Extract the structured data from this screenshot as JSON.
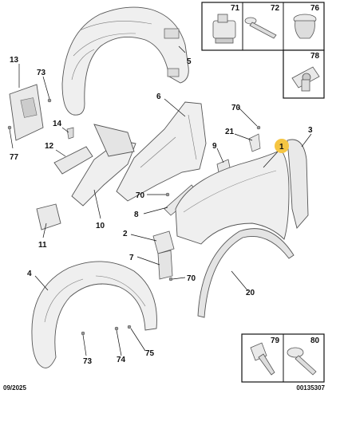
{
  "parts": [
    "1",
    "2",
    "3",
    "4",
    "5",
    "6",
    "7",
    "8",
    "9",
    "10",
    "11",
    "12",
    "13",
    "14",
    "20",
    "21",
    "70",
    "71",
    "72",
    "73",
    "74",
    "75",
    "76",
    "77",
    "78",
    "79",
    "80"
  ],
  "labels": {
    "p1": "1",
    "p2": "2",
    "p3": "3",
    "p4": "4",
    "p5": "5",
    "p6": "6",
    "p7": "7",
    "p8": "8",
    "p9": "9",
    "p10": "10",
    "p11": "11",
    "p12": "12",
    "p13": "13",
    "p14": "14",
    "p20": "20",
    "p21": "21",
    "p70": "70",
    "p71": "71",
    "p72": "72",
    "p73": "73",
    "p74": "74",
    "p75": "75",
    "p76": "76",
    "p77": "77",
    "p78": "78",
    "p79": "79",
    "p80": "80"
  },
  "footer": {
    "date": "09/2025",
    "reference": "00135307"
  },
  "colors": {
    "part_fill": "#efefef",
    "part_stroke": "#555555",
    "box_stroke": "#111111",
    "highlight": "#f5c542"
  }
}
